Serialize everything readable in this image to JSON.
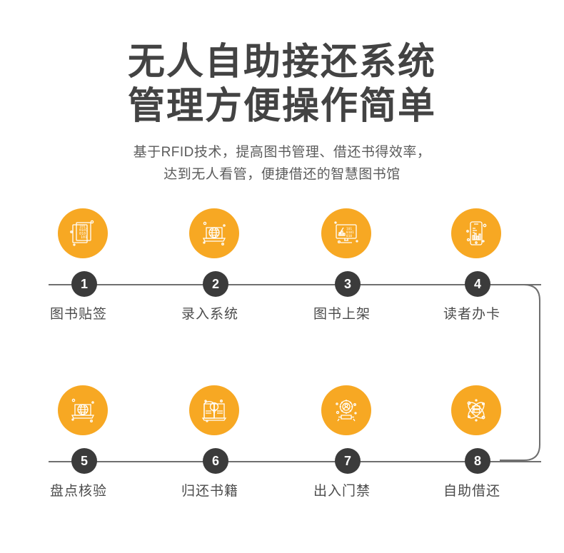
{
  "header": {
    "title_line1": "无人自助接还系统",
    "title_line2": "管理方便操作简单",
    "subtitle_line1": "基于RFID技术，提高图书管理、借还书得效率，",
    "subtitle_line2": "达到无人看管，便捷借还的智慧图书馆"
  },
  "colors": {
    "accent": "#F7A823",
    "badge": "#3B3B3B",
    "title_text": "#434343",
    "body_text": "#5B5B5B",
    "rule": "#6F6F6F",
    "background": "#FFFFFF"
  },
  "flow": {
    "row1": [
      {
        "number": "1",
        "label": "图书贴签",
        "icon": "binary-document-icon"
      },
      {
        "number": "2",
        "label": "录入系统",
        "icon": "laptop-globe-icon"
      },
      {
        "number": "3",
        "label": "图书上架",
        "icon": "monitor-chart-binary-icon"
      },
      {
        "number": "4",
        "label": "读者办卡",
        "icon": "smartphone-chart-icon"
      }
    ],
    "row2": [
      {
        "number": "5",
        "label": "盘点核验",
        "icon": "laptop-globe-icon"
      },
      {
        "number": "6",
        "label": "归还书籍",
        "icon": "open-book-lightbulb-icon"
      },
      {
        "number": "7",
        "label": "出入门禁",
        "icon": "gear-person-icon"
      },
      {
        "number": "8",
        "label": "自助借还",
        "icon": "atom-books-icon"
      }
    ]
  }
}
